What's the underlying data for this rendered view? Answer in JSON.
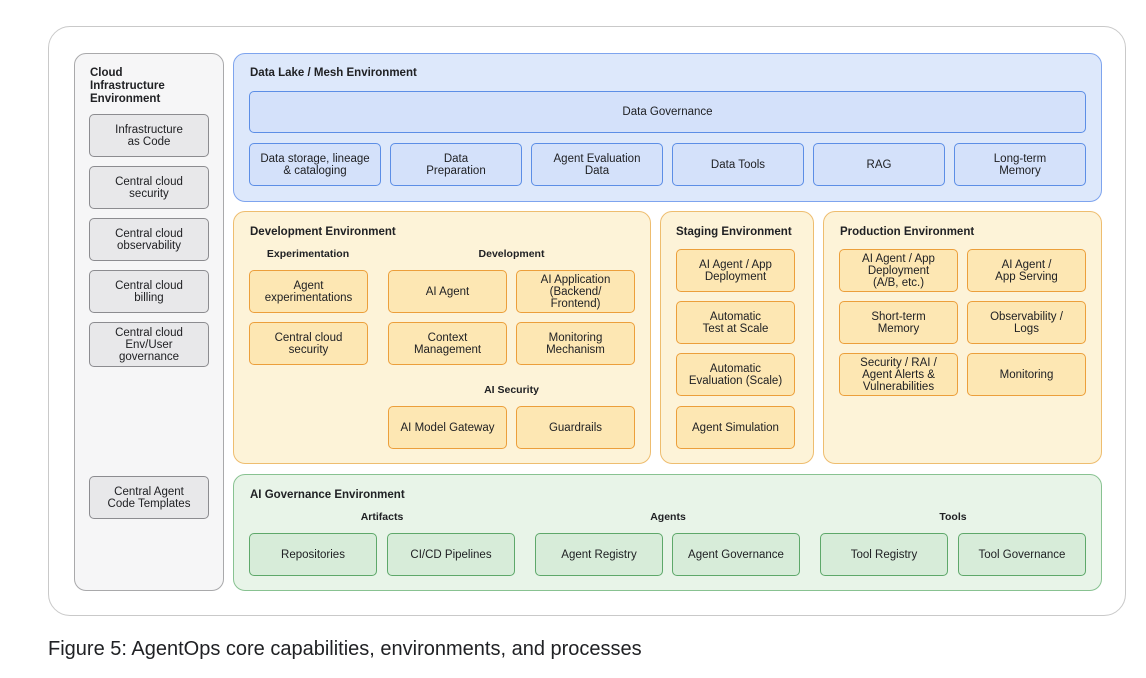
{
  "cloud": {
    "title": "Cloud\nInfrastructure\nEnvironment",
    "items": [
      "Infrastructure\nas Code",
      "Central cloud\nsecurity",
      "Central cloud\nobservability",
      "Central cloud\nbilling",
      "Central cloud\nEnv/User\ngovernance"
    ],
    "templates": "Central Agent\nCode Templates"
  },
  "datalake": {
    "title": "Data Lake / Mesh Environment",
    "governance": "Data Governance",
    "items": [
      "Data storage, lineage\n& cataloging",
      "Data\nPreparation",
      "Agent Evaluation\nData",
      "Data Tools",
      "RAG",
      "Long-term\nMemory"
    ]
  },
  "dev": {
    "title": "Development Environment",
    "experimentation": {
      "title": "Experimentation",
      "items": [
        "Agent\nexperimentations",
        "Central cloud\nsecurity"
      ]
    },
    "development": {
      "title": "Development",
      "items": [
        "AI Agent",
        "AI Application\n(Backend/\nFrontend)",
        "Context\nManagement",
        "Monitoring\nMechanism"
      ]
    },
    "security": {
      "title": "AI Security",
      "items": [
        "AI Model Gateway",
        "Guardrails"
      ]
    }
  },
  "staging": {
    "title": "Staging Environment",
    "items": [
      "AI Agent / App\nDeployment",
      "Automatic\nTest at Scale",
      "Automatic\nEvaluation (Scale)",
      "Agent Simulation"
    ]
  },
  "production": {
    "title": "Production Environment",
    "items": [
      "AI Agent / App\nDeployment\n(A/B, etc.)",
      "AI Agent /\nApp Serving",
      "Short-term\nMemory",
      "Observability /\nLogs",
      "Security / RAI /\nAgent Alerts &\nVulnerabilities",
      "Monitoring"
    ]
  },
  "governance": {
    "title": "AI Governance Environment",
    "artifacts": {
      "title": "Artifacts",
      "items": [
        "Repositories",
        "CI/CD Pipelines"
      ]
    },
    "agents": {
      "title": "Agents",
      "items": [
        "Agent Registry",
        "Agent Governance"
      ]
    },
    "tools": {
      "title": "Tools",
      "items": [
        "Tool Registry",
        "Tool Governance"
      ]
    }
  },
  "caption": "Figure 5: AgentOps core capabilities, environments, and processes"
}
